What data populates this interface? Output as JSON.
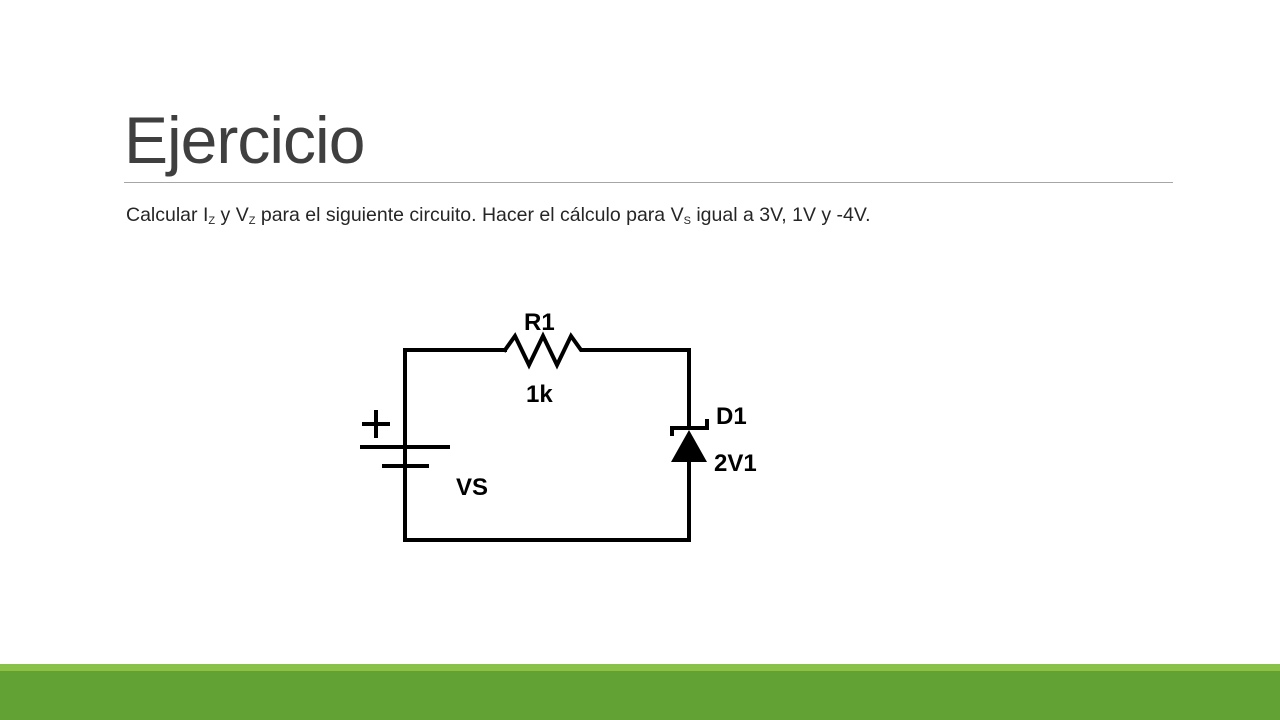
{
  "slide": {
    "title": "Ejercicio",
    "body": {
      "t1": "Calcular I",
      "s1": "Z",
      "t2": " y V",
      "s2": "Z",
      "t3": " para el siguiente circuito. Hacer el cálculo para V",
      "s3": "S",
      "t4": " igual a 3V, 1V y -4V."
    }
  },
  "circuit": {
    "resistor_label": "R1",
    "resistor_value": "1k",
    "diode_label": "D1",
    "diode_value": "2V1",
    "source_label": "VS",
    "source_polarity": "+"
  },
  "colors": {
    "title": "#3f3f3f",
    "rule": "#a6a6a6",
    "band_light": "#8ac249",
    "band_dark": "#62a133"
  }
}
